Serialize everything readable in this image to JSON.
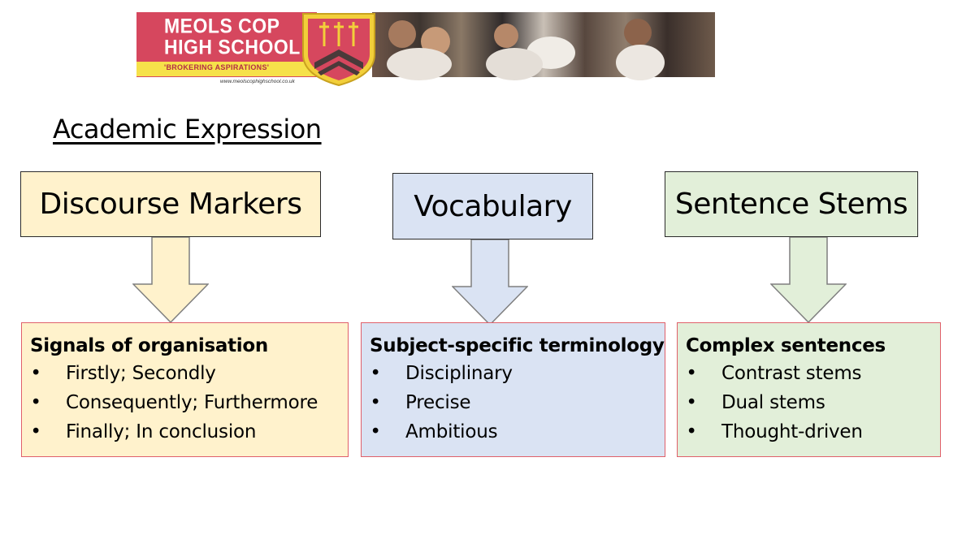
{
  "banner": {
    "school_name": "MEOLS COP HIGH SCHOOL",
    "tagline": "'BROKERING ASPIRATIONS'",
    "website": "www.meolscophighschool.co.uk",
    "colors": {
      "red": "#d6475e",
      "yellow": "#f6e14a",
      "crest_yellow": "#f2cf3a"
    }
  },
  "page": {
    "title": "Academic Expression"
  },
  "columns": [
    {
      "heading": "Discourse Markers",
      "box_color": "#fff2cc",
      "detail_title": "Signals of organisation",
      "items": [
        "Firstly; Secondly",
        "Consequently; Furthermore",
        "Finally; In conclusion"
      ]
    },
    {
      "heading": "Vocabulary",
      "box_color": "#dae3f3",
      "detail_title": "Subject-specific terminology",
      "items": [
        "Disciplinary",
        "Precise",
        "Ambitious"
      ]
    },
    {
      "heading": "Sentence Stems",
      "box_color": "#e2efd9",
      "detail_title": "Complex sentences",
      "items": [
        "Contrast stems",
        "Dual stems",
        "Thought-driven"
      ]
    }
  ],
  "bullet_glyph": "•",
  "colors": {
    "box_border": "#2b2b2b",
    "detail_border": "#e0606a",
    "arrow_border": "#7f7f7f"
  }
}
